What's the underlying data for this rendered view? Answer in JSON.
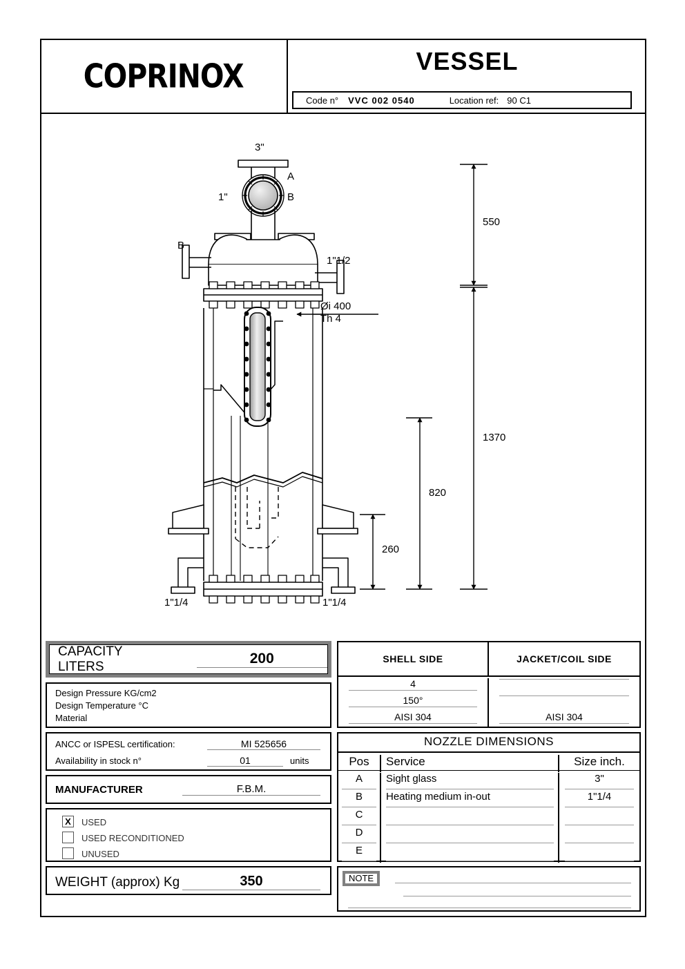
{
  "header": {
    "brand": "COPRINOX",
    "title": "VESSEL",
    "code_label": "Code  n°",
    "code_value": "VVC   002   0540",
    "location_label": "Location ref:",
    "location_value": "90 C1"
  },
  "drawing": {
    "top_nozzle_size": "3\"",
    "label_a": "A",
    "label_b_top": "B",
    "label_b_left": "B",
    "size_one_inch": "1\"",
    "size_one_half": "1\"1/2",
    "diameter_note_1": "Øi 400",
    "diameter_note_2": "Th 4",
    "bottom_left_size": "1\"1/4",
    "bottom_right_size": "1\"1/4",
    "dim_550": "550",
    "dim_1370": "1370",
    "dim_820": "820",
    "dim_260": "260"
  },
  "capacity": {
    "label": "CAPACITY LITERS",
    "value": "200"
  },
  "design": {
    "pressure_label": "Design  Pressure  KG/cm2",
    "temperature_label": "Design  Temperature  °C",
    "material_label": "Material"
  },
  "sides": {
    "shell_header": "SHELL SIDE",
    "jacket_header": "JACKET/COIL SIDE",
    "shell_pressure": "4",
    "jacket_pressure": "",
    "shell_temperature": "150°",
    "jacket_temperature": "",
    "shell_material": "AISI 304",
    "jacket_material": "AISI 304"
  },
  "certification": {
    "label": "ANCC  or  ISPESL certification:",
    "value": "MI 525656",
    "stock_label": "Availability in stock n°",
    "stock_value": "01",
    "stock_units": "units"
  },
  "manufacturer": {
    "label": "MANUFACTURER",
    "value": "F.B.M."
  },
  "condition": {
    "used_mark": "X",
    "used_label": "USED",
    "reconditioned_mark": "",
    "reconditioned_label": "USED RECONDITIONED",
    "unused_mark": "",
    "unused_label": "UNUSED"
  },
  "weight": {
    "label": "WEIGHT (approx) Kg",
    "value": "350"
  },
  "nozzles": {
    "title": "NOZZLE  DIMENSIONS",
    "col_pos": "Pos",
    "col_service": "Service",
    "col_size": "Size inch.",
    "rows": [
      {
        "pos": "A",
        "service": "Sight glass",
        "size": "3\""
      },
      {
        "pos": "B",
        "service": "Heating medium in-out",
        "size": "1\"1/4"
      },
      {
        "pos": "C",
        "service": "",
        "size": ""
      },
      {
        "pos": "D",
        "service": "",
        "size": ""
      },
      {
        "pos": "E",
        "service": "",
        "size": ""
      }
    ]
  },
  "note": {
    "tag": "NOTE",
    "line1": "",
    "line2": "",
    "line3": ""
  },
  "colors": {
    "ink": "#000000",
    "accent_gray": "#808080",
    "rule_gray": "#999999"
  }
}
